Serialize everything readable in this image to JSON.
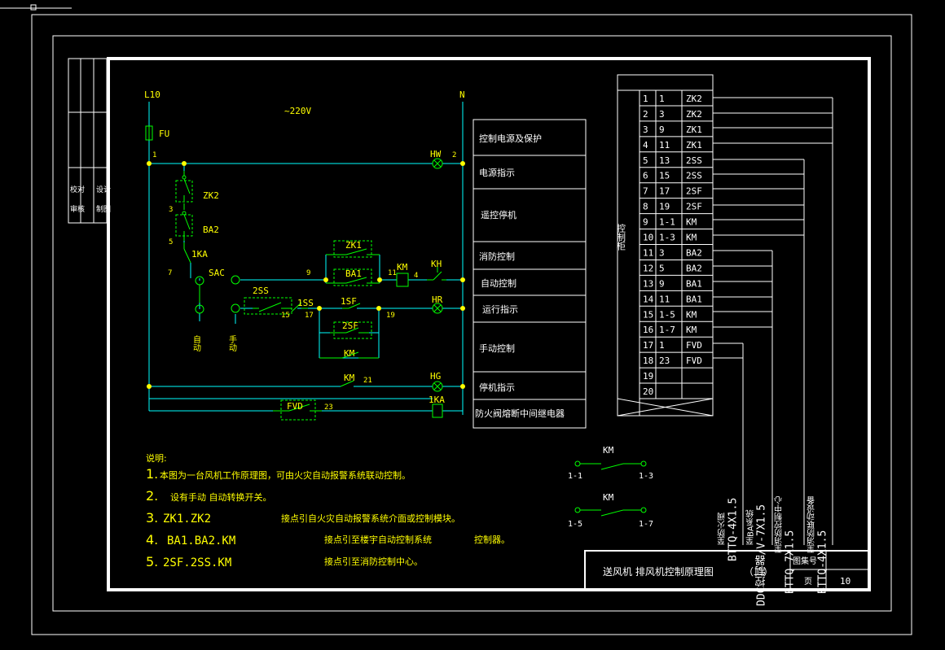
{
  "colors": {
    "background": "#000000",
    "frame": "#ffffff",
    "wire": "#00ffff",
    "device": "#00ff00",
    "text": "#ffff00",
    "node": "#ffff00"
  },
  "circuit": {
    "l10": "L10",
    "n": "N",
    "voltage": "~220V",
    "fu": "FU",
    "node_1": "1",
    "node_2": "2",
    "node_3": "3",
    "node_5": "5",
    "node_7": "7",
    "node_9": "9",
    "node_11": "11",
    "node_4": "4",
    "node_17": "17",
    "node_19": "19",
    "node_21": "21",
    "node_23": "23",
    "node_15": "15",
    "hw": "HW",
    "hr": "HR",
    "hg": "HG",
    "zk2": "ZK2",
    "ba2": "BA2",
    "ka1": "1KA",
    "ka1_coil": "1KA",
    "sac": "SAC",
    "auto": "自动",
    "manual": "手动",
    "zk1": "ZK1",
    "ba1": "BA1",
    "km_coil": "KM",
    "kh": "KH",
    "ss2": "2SS",
    "ss1": "1SS",
    "sf1": "1SF",
    "sf2": "2SF",
    "km_hold": "KM",
    "km_nc": "KM",
    "fvd": "FVD"
  },
  "function_labels": [
    "控制电源及保护",
    "电源指示",
    "遥控停机",
    "消防控制",
    "自动控制",
    "运行指示",
    "手动控制",
    "停机指示",
    "防火阀熔断中间继电器"
  ],
  "terminal_table": {
    "cabinet_label": "控制柜",
    "rows": [
      {
        "n": "1",
        "t": "1",
        "d": "ZK2"
      },
      {
        "n": "2",
        "t": "3",
        "d": "ZK2"
      },
      {
        "n": "3",
        "t": "9",
        "d": "ZK1"
      },
      {
        "n": "4",
        "t": "11",
        "d": "ZK1"
      },
      {
        "n": "5",
        "t": "13",
        "d": "2SS"
      },
      {
        "n": "6",
        "t": "15",
        "d": "2SS"
      },
      {
        "n": "7",
        "t": "17",
        "d": "2SF"
      },
      {
        "n": "8",
        "t": "19",
        "d": "2SF"
      },
      {
        "n": "9",
        "t": "1-1",
        "d": "KM"
      },
      {
        "n": "10",
        "t": "1-3",
        "d": "KM"
      },
      {
        "n": "11",
        "t": "3",
        "d": "BA2"
      },
      {
        "n": "12",
        "t": "5",
        "d": "BA2"
      },
      {
        "n": "13",
        "t": "9",
        "d": "BA1"
      },
      {
        "n": "14",
        "t": "11",
        "d": "BA1"
      },
      {
        "n": "15",
        "t": "1-5",
        "d": "KM"
      },
      {
        "n": "16",
        "t": "1-7",
        "d": "KM"
      },
      {
        "n": "17",
        "t": "1",
        "d": "FVD"
      },
      {
        "n": "18",
        "t": "23",
        "d": "FVD"
      },
      {
        "n": "19",
        "t": "",
        "d": ""
      },
      {
        "n": "20",
        "t": "",
        "d": ""
      }
    ]
  },
  "cables": [
    {
      "spec": "BTTQ-4X1.5",
      "dest": "至防火阀"
    },
    {
      "spec": "DDC控制器/V-7X1.5",
      "dest": "至BA系统"
    },
    {
      "spec": "BTTQ-7X1.5",
      "dest": "至消防控制中心"
    },
    {
      "spec": "BTTQ-4X1.5",
      "dest": "至消防联动设备"
    }
  ],
  "aux_contacts": [
    {
      "label": "KM",
      "left": "1-1",
      "right": "1-3"
    },
    {
      "label": "KM",
      "left": "1-5",
      "right": "1-7"
    }
  ],
  "notes": {
    "heading": "说明:",
    "lines": [
      {
        "num": "1.",
        "text": "本图为一台风机工作原理图，可由火灾自动报警系统联动控制。"
      },
      {
        "num": "2.",
        "text": "设有手动  自动转换开关。"
      },
      {
        "num": "3.",
        "code": "ZK1.ZK2",
        "text": "接点引自火灾自动报警系统介面或控制模块。"
      },
      {
        "num": "4.",
        "code": "BA1.BA2.KM",
        "text": "接点引至楼宇自动控制系统",
        "text2": "控制器。"
      },
      {
        "num": "5.",
        "code": "2SF.2SS.KM",
        "text": "接点引至消防控制中心。"
      }
    ]
  },
  "title_block": {
    "title": "送风机  排风机控制原理图",
    "subtitle": "（二）",
    "atlas_label": "图集号",
    "page_label": "页",
    "page_value": "10"
  },
  "left_strip": [
    "校对",
    "审核",
    "设计",
    "制图"
  ]
}
